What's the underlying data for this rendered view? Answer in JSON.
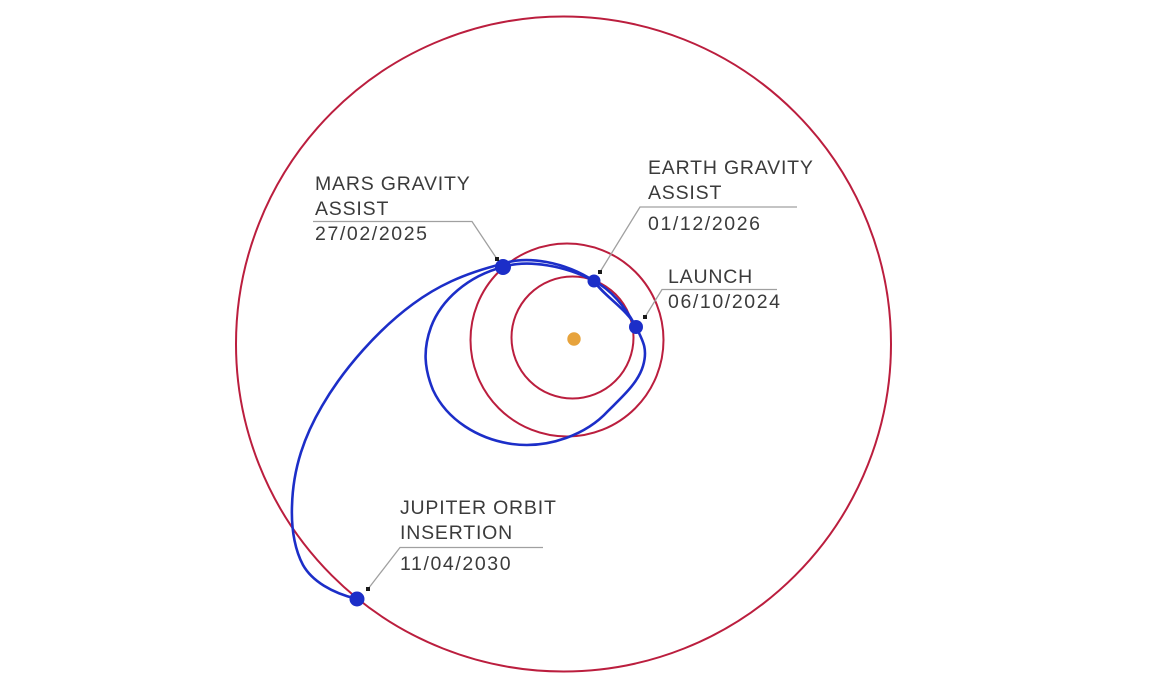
{
  "diagram": {
    "description": "Interplanetary trajectory diagram with sun, planetary orbits and mission events",
    "background": "#ffffff"
  },
  "colors": {
    "orbit": "#bb1e3e",
    "trajectory": "#1c2ec8",
    "marker": "#1c2ec8",
    "sun": "#e7a33c",
    "text": "#3b3b3b",
    "leader": "#a0a0a0",
    "leader_dot": "#1a1a1a"
  },
  "events": [
    {
      "id": "launch",
      "title_lines": [
        "LAUNCH"
      ],
      "date": "06/10/2024"
    },
    {
      "id": "mars-gravity-assist",
      "title_lines": [
        "MARS GRAVITY",
        "ASSIST"
      ],
      "date": "27/02/2025"
    },
    {
      "id": "earth-gravity-assist",
      "title_lines": [
        "EARTH GRAVITY",
        "ASSIST"
      ],
      "date": "01/12/2026"
    },
    {
      "id": "jupiter-orbit-insertion",
      "title_lines": [
        "JUPITER ORBIT",
        "INSERTION"
      ],
      "date": "11/04/2030"
    }
  ]
}
